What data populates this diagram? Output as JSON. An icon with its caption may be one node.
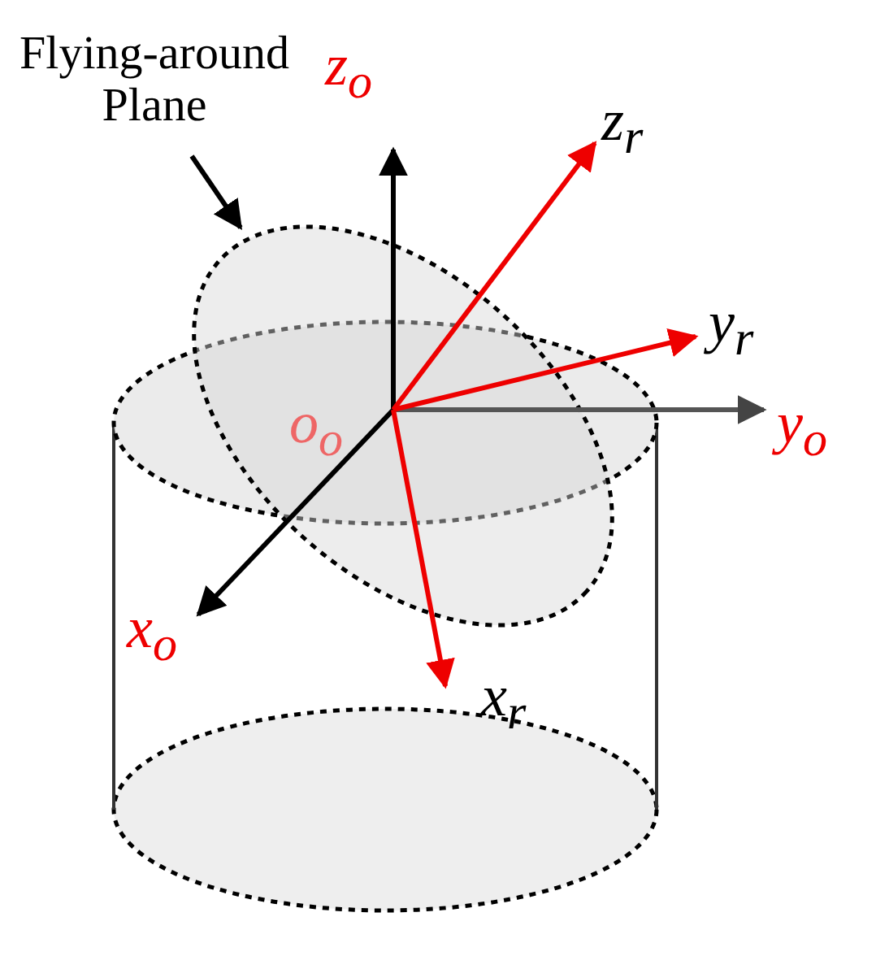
{
  "diagram": {
    "nodes": [
      {
        "text": [
          "Flying-around Plane"
        ]
      },
      {
        "text": [],
        "shape": "ellipse"
      }
    ],
    "edges": [
      {
        "from": 0,
        "to": 1,
        "arrow": "to"
      }
    ],
    "labels": [
      "z$_{o}$",
      "z$_{r}$",
      "y$_{r}$",
      "o$_{o}$",
      "y$_{o}$",
      "x$_{o}$",
      "x$_{r}$"
    ]
  }
}
